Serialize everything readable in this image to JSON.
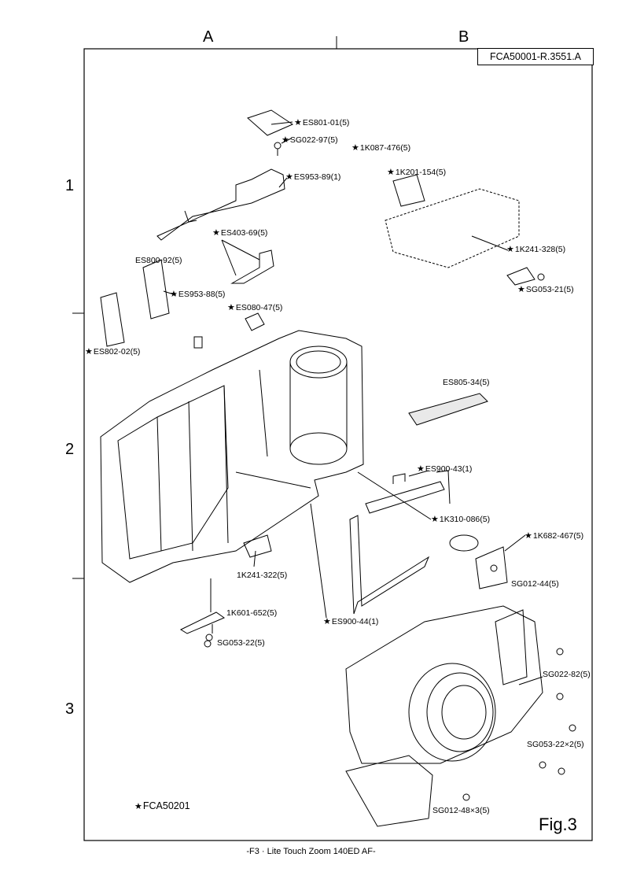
{
  "header": {
    "column_a": "A",
    "column_b": "B",
    "doc_id": "FCA50001-R.3551.A"
  },
  "rows": [
    "1",
    "2",
    "3"
  ],
  "parts": [
    {
      "id": "es801",
      "label": "ES801-01(5)",
      "starred": true
    },
    {
      "id": "sg022_97",
      "label": "SG022-97(5)",
      "starred": true
    },
    {
      "id": "k087",
      "label": "1K087-476(5)",
      "starred": true
    },
    {
      "id": "k201",
      "label": "1K201-154(5)",
      "starred": true
    },
    {
      "id": "es953_89",
      "label": "ES953-89(1)",
      "starred": true
    },
    {
      "id": "es403",
      "label": "ES403-69(5)",
      "starred": true
    },
    {
      "id": "k241_328",
      "label": "1K241-328(5)",
      "starred": true
    },
    {
      "id": "es800",
      "label": "ES800-92(5)",
      "starred": false
    },
    {
      "id": "es953_88",
      "label": "ES953-88(5)",
      "starred": true
    },
    {
      "id": "sg053_21",
      "label": "SG053-21(5)",
      "starred": true
    },
    {
      "id": "es080",
      "label": "ES080-47(5)",
      "starred": true
    },
    {
      "id": "es802",
      "label": "ES802-02(5)",
      "starred": true
    },
    {
      "id": "es805",
      "label": "ES805-34(5)",
      "starred": false
    },
    {
      "id": "es900_43",
      "label": "ES900-43(1)",
      "starred": true
    },
    {
      "id": "k310",
      "label": "1K310-086(5)",
      "starred": true
    },
    {
      "id": "k682",
      "label": "1K682-467(5)",
      "starred": true
    },
    {
      "id": "sg012_44",
      "label": "SG012-44(5)",
      "starred": false
    },
    {
      "id": "k241_322",
      "label": "1K241-322(5)",
      "starred": false
    },
    {
      "id": "k601",
      "label": "1K601-652(5)",
      "starred": false
    },
    {
      "id": "es900_44",
      "label": "ES900-44(1)",
      "starred": true
    },
    {
      "id": "sg053_22",
      "label": "SG053-22(5)",
      "starred": false
    },
    {
      "id": "sg022_82",
      "label": "SG022-82(5)",
      "starred": false
    },
    {
      "id": "sg053_22x2",
      "label": "SG053-22×2(5)",
      "starred": false
    },
    {
      "id": "sg012_48x3",
      "label": "SG012-48×3(5)",
      "starred": false
    },
    {
      "id": "fca50201",
      "label": "FCA50201",
      "starred": true
    }
  ],
  "figure_label": "Fig.3",
  "footer": "-F3 · Lite Touch Zoom 140ED AF-"
}
